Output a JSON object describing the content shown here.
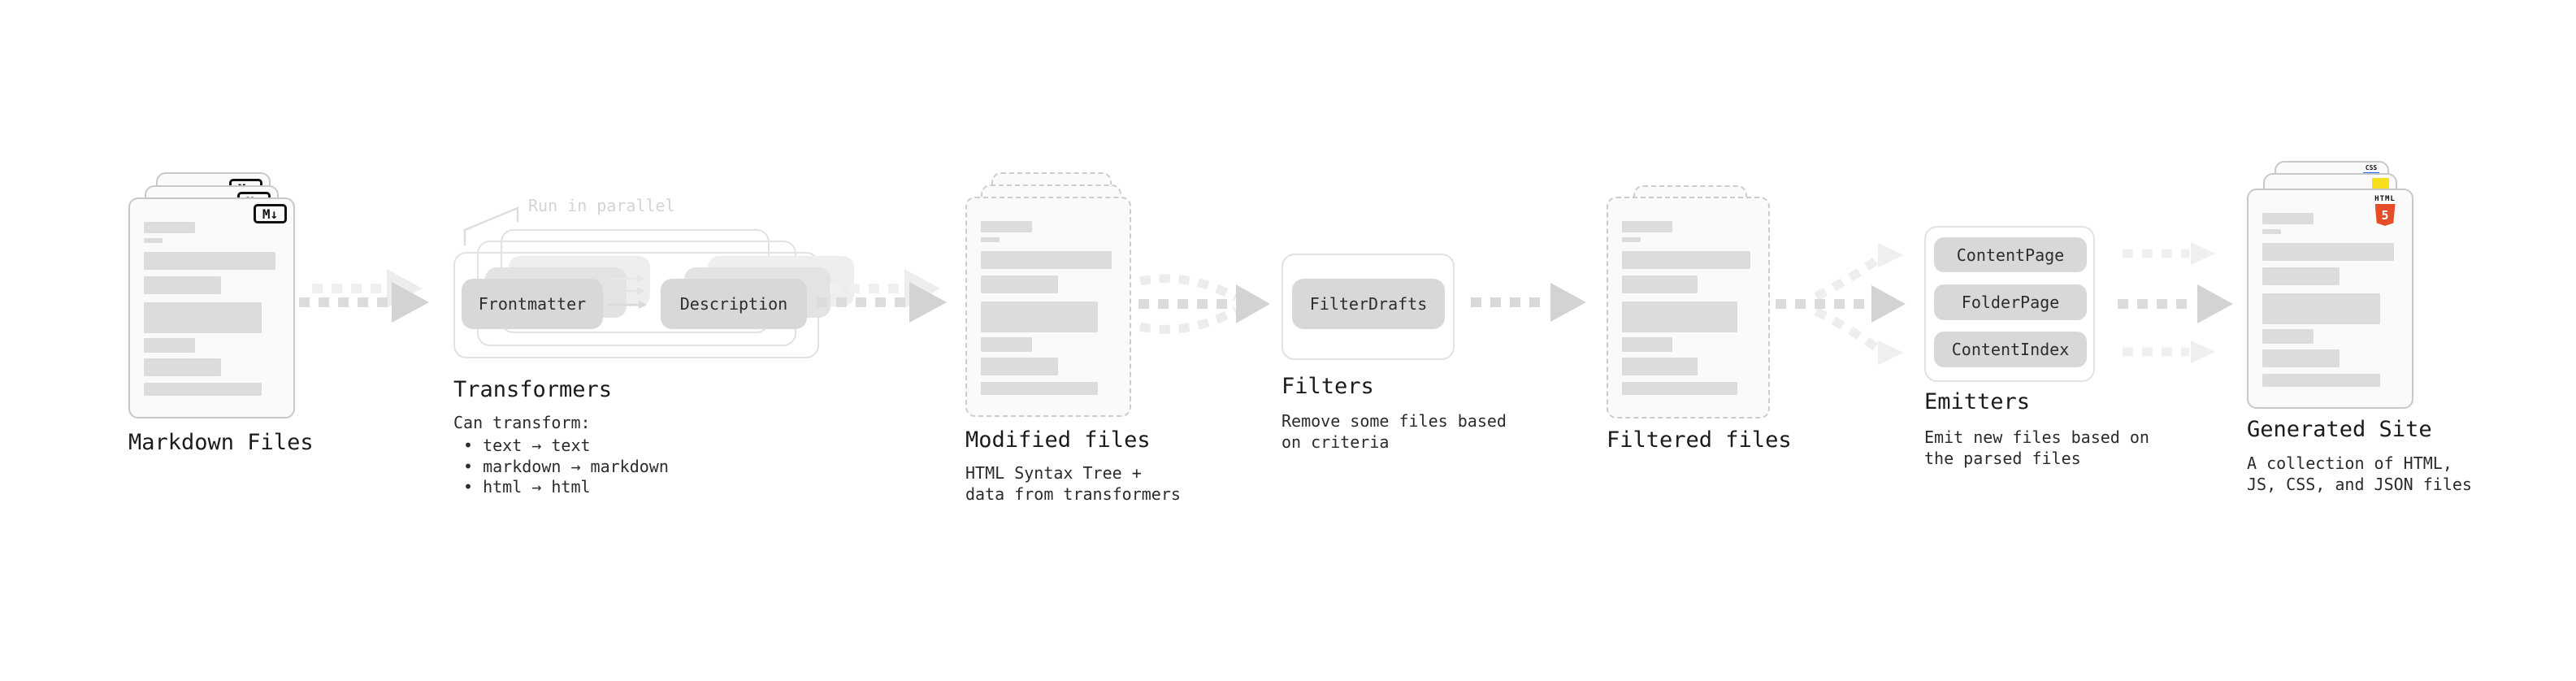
{
  "nodes": {
    "markdown": {
      "label": "Markdown Files",
      "badge": "M↓"
    },
    "transformers": {
      "label": "Transformers",
      "annotation": "Run in parallel",
      "input_pill": "Frontmatter",
      "output_pill": "Description",
      "caption_title": "Can transform:",
      "bullets": [
        "• text → text",
        "• markdown → markdown",
        "• html → html"
      ]
    },
    "modified": {
      "label": "Modified files",
      "caption": [
        "HTML Syntax Tree +",
        "data from transformers"
      ]
    },
    "filters": {
      "label": "Filters",
      "pill": "FilterDrafts",
      "caption": [
        "Remove some files based",
        "on criteria"
      ]
    },
    "filtered": {
      "label": "Filtered files"
    },
    "emitters": {
      "label": "Emitters",
      "pills": [
        "ContentPage",
        "FolderPage",
        "ContentIndex"
      ],
      "caption": [
        "Emit new files based on",
        "the parsed files"
      ]
    },
    "generated": {
      "label": "Generated Site",
      "caption": [
        "A collection of HTML,",
        "JS, CSS, and JSON files"
      ],
      "badges": {
        "html_text": "HTML",
        "html_number": "5",
        "css_text": "CSS"
      }
    }
  },
  "colors": {
    "html5_orange": "#e44d26",
    "js_yellow": "#f7df1e",
    "css_blue": "#2965f1",
    "markdown_badge_black": "#111111",
    "pill_gray": "#d8d8d8",
    "arrow_gray": "#d3d3d3",
    "light_arrow_gray": "#efefef"
  }
}
